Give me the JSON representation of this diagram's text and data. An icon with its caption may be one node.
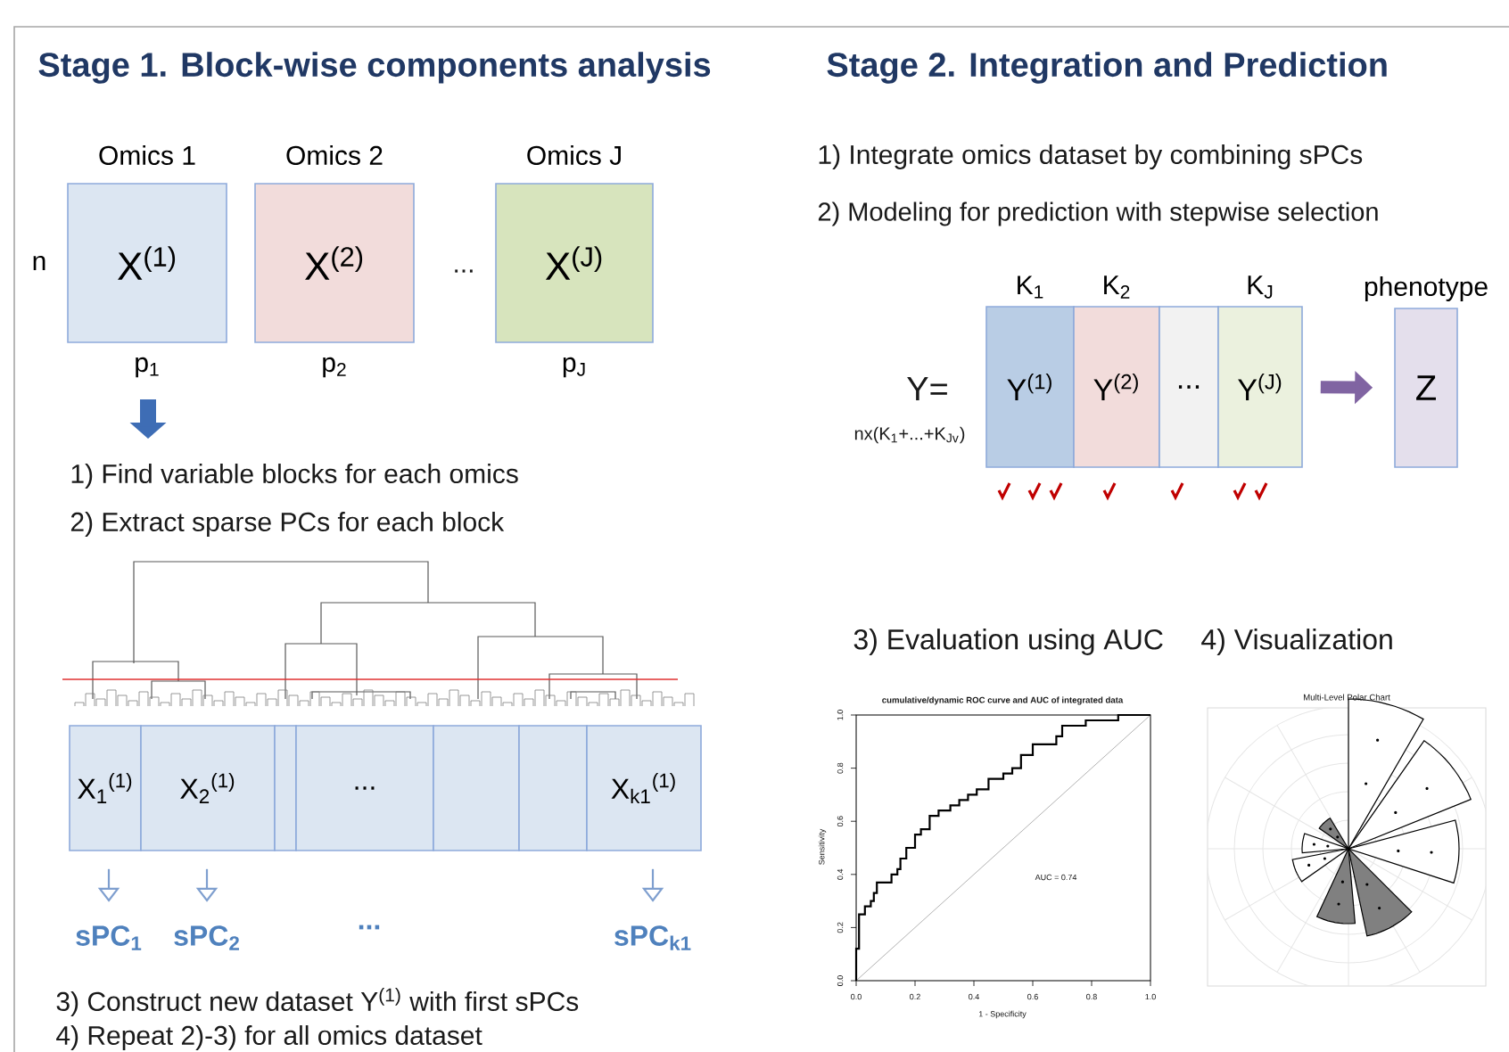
{
  "diagram": {
    "nodes": [
      {
        "text": [
          "X$^{(1)}$"
        ],
        "beside": [
          "Omics 1",
          "p$_{1}$",
          "n"
        ]
      },
      {
        "text": [
          "X$^{(2)}$"
        ],
        "beside": [
          "Omics 2",
          "p$_{2}$"
        ]
      },
      {
        "text": [
          "X$^{(J)}$"
        ],
        "beside": [
          "Omics J",
          "p$_{J}$"
        ]
      },
      {
        "text": [
          "X$_{1}$$^{(1)}$"
        ]
      },
      {
        "text": [
          "X$_{2}$$^{(1)}$"
        ]
      },
      {
        "text": [],
        "shape": "box"
      },
      {
        "text": [
          "..."
        ]
      },
      {
        "text": [],
        "shape": "box"
      },
      {
        "text": [],
        "shape": "box"
      },
      {
        "text": [
          "X$_{k1}$$^{(1)}$"
        ]
      },
      {
        "text": [
          "sPC$_{1}$"
        ]
      },
      {
        "text": [
          "sPC$_{2}$"
        ]
      },
      {
        "text": [
          "sPC$_{k1}$"
        ]
      },
      {
        "text": [
          "Y$^{(1)}$"
        ],
        "beside": [
          "K$_{1}$"
        ]
      },
      {
        "text": [
          "Y$^{(2)}$"
        ],
        "beside": [
          "K$_{2}$"
        ]
      },
      {
        "text": [
          "..."
        ]
      },
      {
        "text": [
          "Y$^{(J)}$"
        ],
        "beside": [
          "K$_{J}$"
        ]
      },
      {
        "text": [
          "Z"
        ],
        "beside": [
          "phenotype"
        ]
      }
    ],
    "edges": [
      {
        "from": 3,
        "to": 10,
        "arrow": "to"
      },
      {
        "from": 4,
        "to": 11,
        "arrow": "to"
      },
      {
        "from": 9,
        "to": 12,
        "arrow": "to"
      },
      {
        "from": 16,
        "to": 17,
        "arrow": "to",
        "style": "thick",
        "color": "#8064a2"
      }
    ],
    "labels": [
      "Stage 1. Block-wise components analysis",
      "Stage 2. Integration and Prediction",
      "1) Integrate omics dataset by combining sPCs",
      "2) Modeling for prediction with stepwise selection",
      "...",
      "Y=",
      "nx(K$_{1}$+...+K$_{Jv}$)",
      "1) Find variable blocks for each omics",
      "2) Extract sparse PCs for each block",
      "...",
      "3) Evaluation using AUC",
      "4) Visualization",
      "cumulative/dynamic ROC curve and AUC of integrated data",
      "Multi-Level Polar Chart",
      "1.0",
      "0.8",
      "0.6",
      "0.4",
      "0.2",
      "0.0",
      "Sensitivity",
      "AUC = 0.74",
      "0.0",
      "0.2",
      "0.4",
      "0.6",
      "0.8",
      "1.0",
      "1 - Specificity",
      "3) Construct new dataset Y$^{(1)}$ with first sPCs",
      "4) Repeat 2)-3) for all omics dataset"
    ]
  }
}
